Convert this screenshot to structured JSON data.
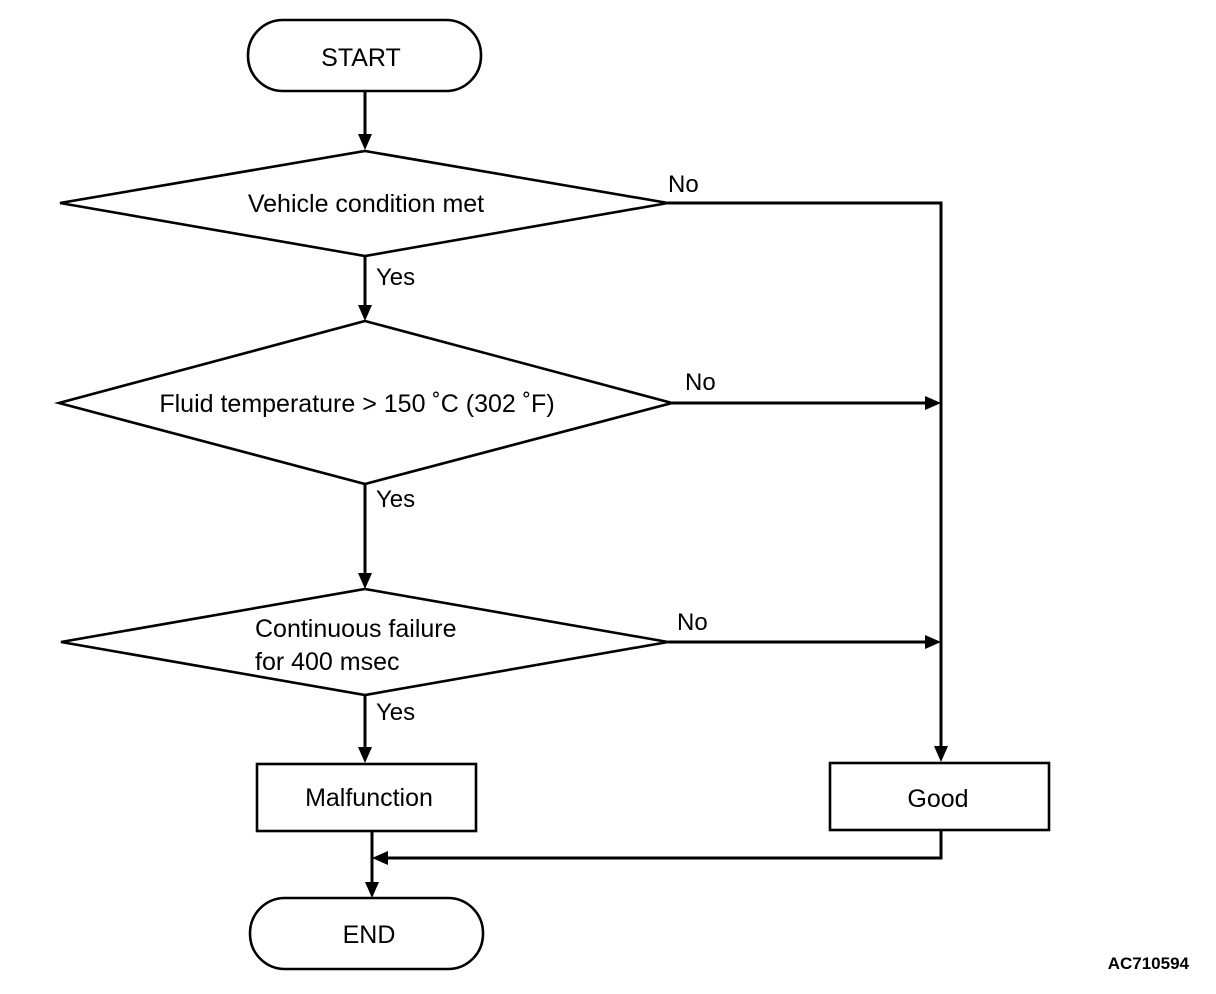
{
  "diagram": {
    "nodes": {
      "start": "START",
      "vehicle_condition": "Vehicle condition met",
      "fluid_temperature": "Fluid temperature > 150 ˚C (302 ˚F)",
      "continuous_failure_line1": "Continuous failure",
      "continuous_failure_line2": "for 400 msec",
      "malfunction": "Malfunction",
      "good": "Good",
      "end": "END"
    },
    "edges": {
      "yes": "Yes",
      "no": "No"
    },
    "reference_code": "AC710594"
  }
}
